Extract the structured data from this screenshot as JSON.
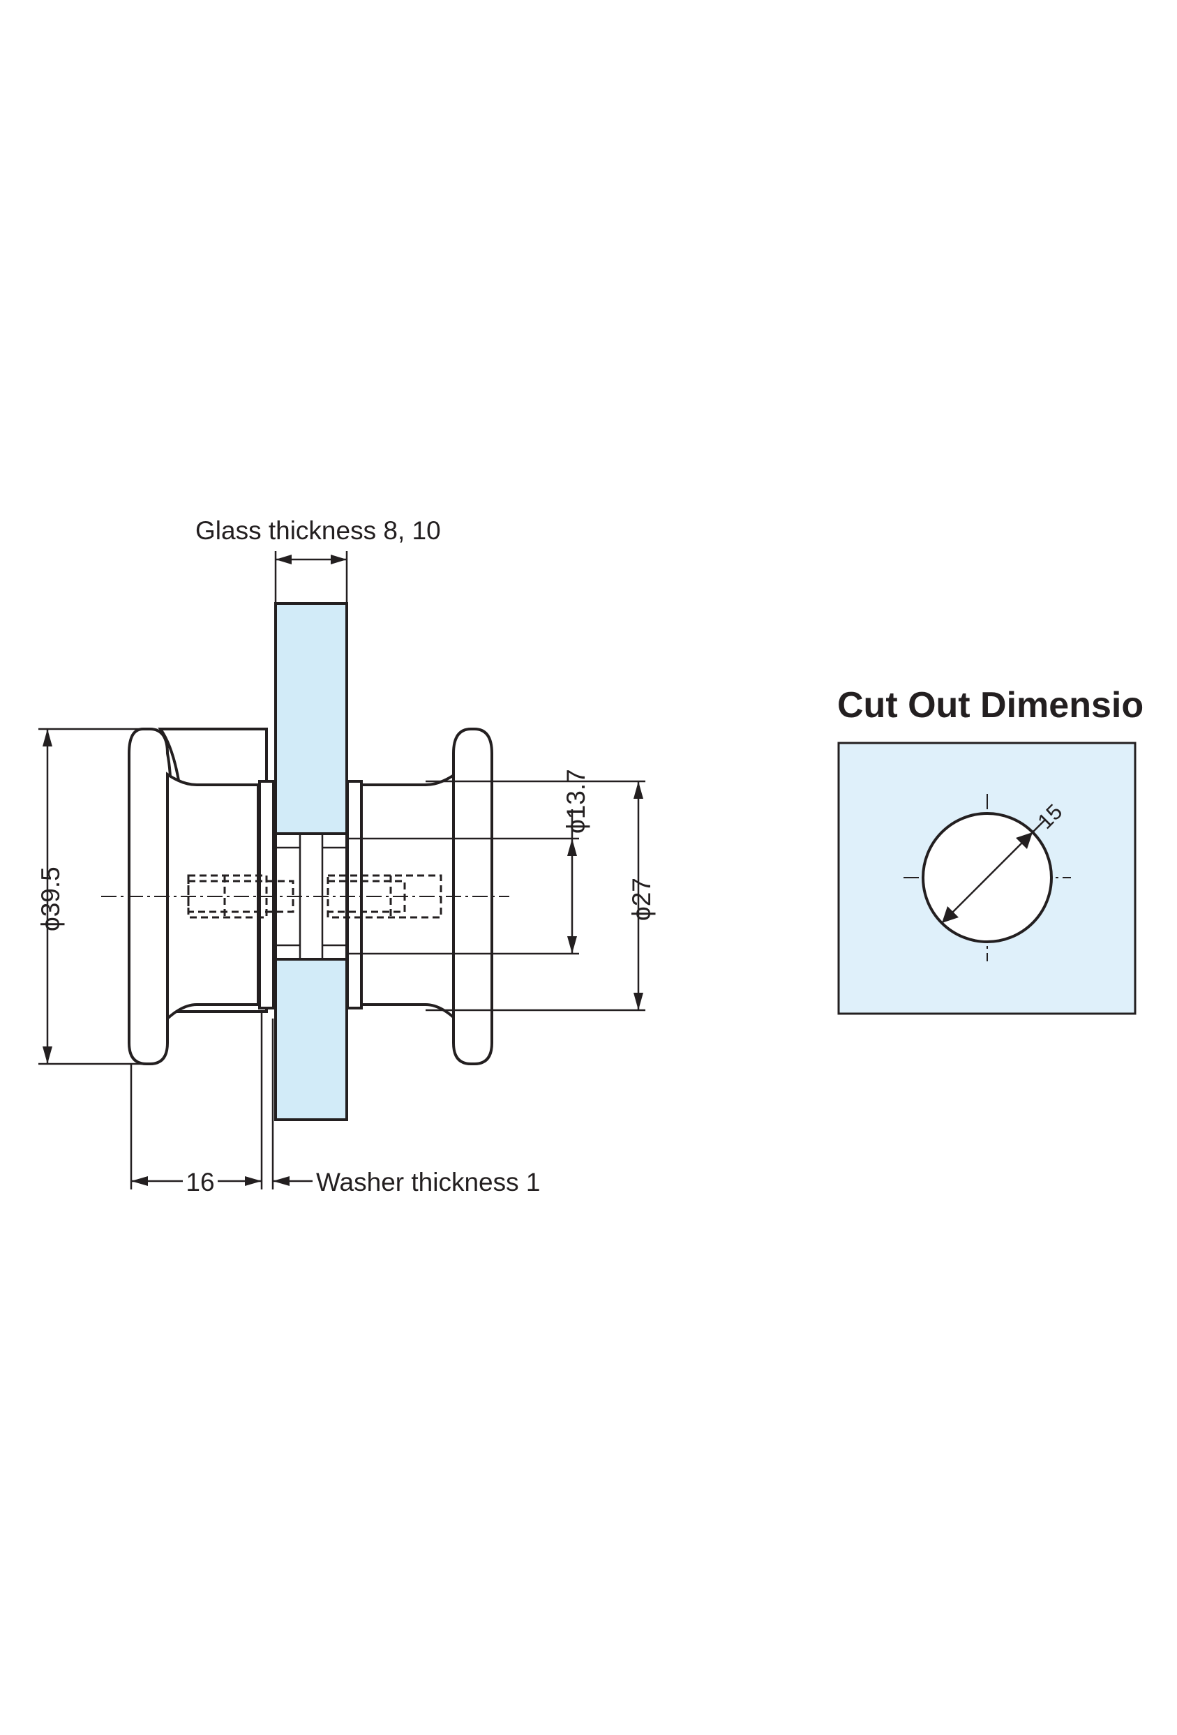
{
  "labels": {
    "glass_thickness": "Glass thickness 8, 10",
    "washer_thickness": "Washer thickness 1",
    "knob_length": "16",
    "outer_diameter": "ϕ39.5",
    "bore_diameter": "ϕ13.7",
    "base_diameter": "ϕ27",
    "cutout_title": "Cut Out Dimensio",
    "cutout_diameter": "15"
  },
  "colors": {
    "glass": "#d2ebf8",
    "cutout_panel": "#dff0fa",
    "line": "#231f20"
  }
}
